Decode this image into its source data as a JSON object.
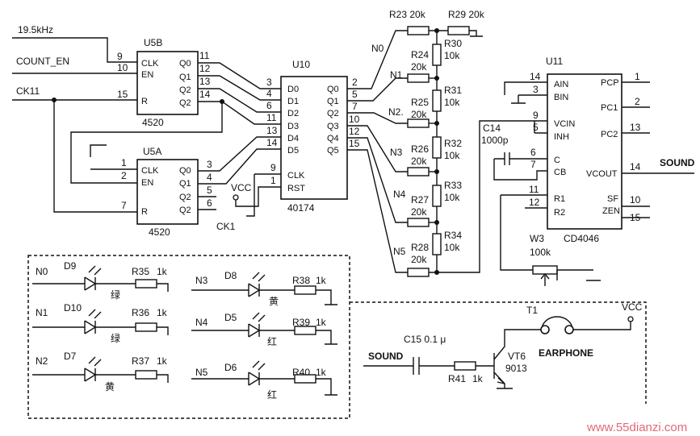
{
  "inputs": {
    "freq": "19.5kHz",
    "count_en": "COUNT_EN",
    "ck11": "CK11",
    "ck1": "CK1",
    "vcc": "VCC",
    "sound": "SOUND"
  },
  "u5b": {
    "ref": "U5B",
    "part": "4520",
    "pins": [
      "CLK",
      "EN",
      "R",
      "Q0",
      "Q1",
      "Q2",
      "Q2"
    ],
    "nums": [
      "9",
      "10",
      "15",
      "11",
      "12",
      "13",
      "14"
    ]
  },
  "u5a": {
    "ref": "U5A",
    "part": "4520",
    "pins": [
      "CLK",
      "EN",
      "R",
      "Q0",
      "Q1",
      "Q2",
      "Q2"
    ],
    "nums": [
      "1",
      "2",
      "7",
      "3",
      "4",
      "5",
      "6"
    ]
  },
  "u10": {
    "ref": "U10",
    "part": "40174",
    "pins_left": [
      "D0",
      "D1",
      "D2",
      "D3",
      "D4",
      "D5",
      "CLK",
      "RST"
    ],
    "nums_left": [
      "3",
      "4",
      "6",
      "11",
      "13",
      "14",
      "9",
      "1"
    ],
    "pins_right": [
      "Q0",
      "Q1",
      "Q2",
      "Q3",
      "Q4",
      "Q5"
    ],
    "nums_right": [
      "2",
      "5",
      "7",
      "10",
      "12",
      "15"
    ]
  },
  "u11": {
    "ref": "U11",
    "part": "CD4046",
    "pins_left": [
      "AIN",
      "BIN",
      "VCIN",
      "INH",
      "C",
      "CB",
      "R1",
      "R2"
    ],
    "nums_left": [
      "14",
      "3",
      "9",
      "5",
      "6",
      "7",
      "11",
      "12"
    ],
    "pins_right": [
      "PCP",
      "PC1",
      "PC2",
      "VCOUT",
      "SF",
      "ZEN"
    ],
    "nums_right": [
      "1",
      "2",
      "13",
      "14",
      "10",
      "15"
    ]
  },
  "resistors": [
    "R23 20k",
    "R29 20k",
    "R30",
    "10k",
    "R24",
    "20k",
    "R31",
    "10k",
    "R25",
    "20k",
    "R32",
    "10k",
    "R26",
    "20k",
    "R33",
    "10k",
    "R27",
    "20k",
    "R34",
    "10k",
    "R28",
    "20k",
    "W3",
    "100k"
  ],
  "nets": [
    "N0",
    "N1",
    "N2.",
    "N3",
    "N4",
    "N5"
  ],
  "cap14": {
    "name": "C14",
    "val": "1000p"
  },
  "leds": [
    {
      "net": "N0",
      "d": "D9",
      "r": "R35",
      "rv": "1k",
      "color": "绿"
    },
    {
      "net": "N1",
      "d": "D10",
      "r": "R36",
      "rv": "1k",
      "color": "绿"
    },
    {
      "net": "N2",
      "d": "D7",
      "r": "R37",
      "rv": "1k",
      "color": "黄"
    },
    {
      "net": "N3",
      "d": "D8",
      "r": "R38",
      "rv": "1k",
      "color": "黄"
    },
    {
      "net": "N4",
      "d": "D5",
      "r": "R39",
      "rv": "1k",
      "color": "红"
    },
    {
      "net": "N5",
      "d": "D6",
      "r": "R40",
      "rv": "1k",
      "color": "红"
    }
  ],
  "earphone": {
    "t1": "T1",
    "c15": "C15 0.1 μ",
    "r41": "R41",
    "r41v": "1k",
    "q": "VT6",
    "qv": "9013",
    "label": "EARPHONE",
    "vcc": "VCC"
  },
  "watermark": "www.55dianzi.com"
}
